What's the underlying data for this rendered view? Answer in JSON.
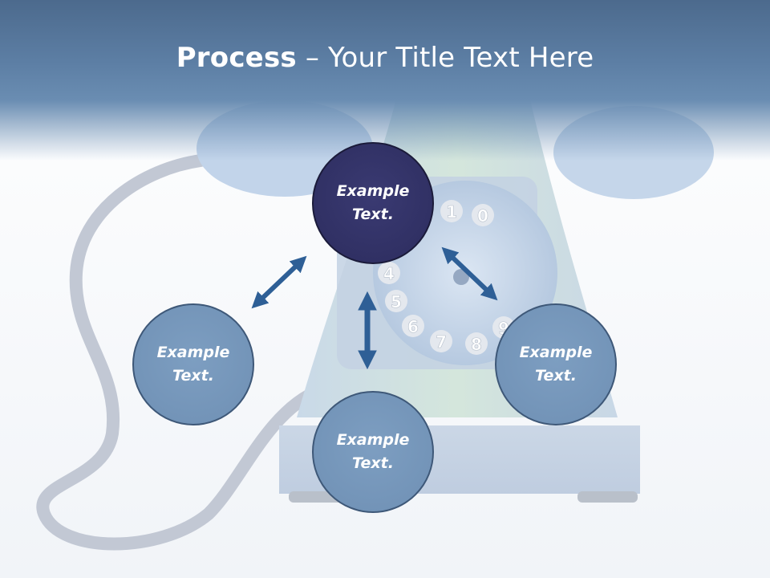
{
  "title": {
    "bold": "Process",
    "rest": " – Your Title Text Here"
  },
  "dial_digits": [
    "1",
    "0",
    "4",
    "5",
    "6",
    "7",
    "8",
    "9"
  ],
  "circles": {
    "top": "Example Text.",
    "left": "Example Text.",
    "right": "Example Text.",
    "bottom": "Example Text."
  },
  "colors": {
    "title_bar": "#5d7fa5",
    "circle": "#7394b8",
    "circle_dark": "#2f2f62",
    "arrow": "#2e5f96"
  }
}
